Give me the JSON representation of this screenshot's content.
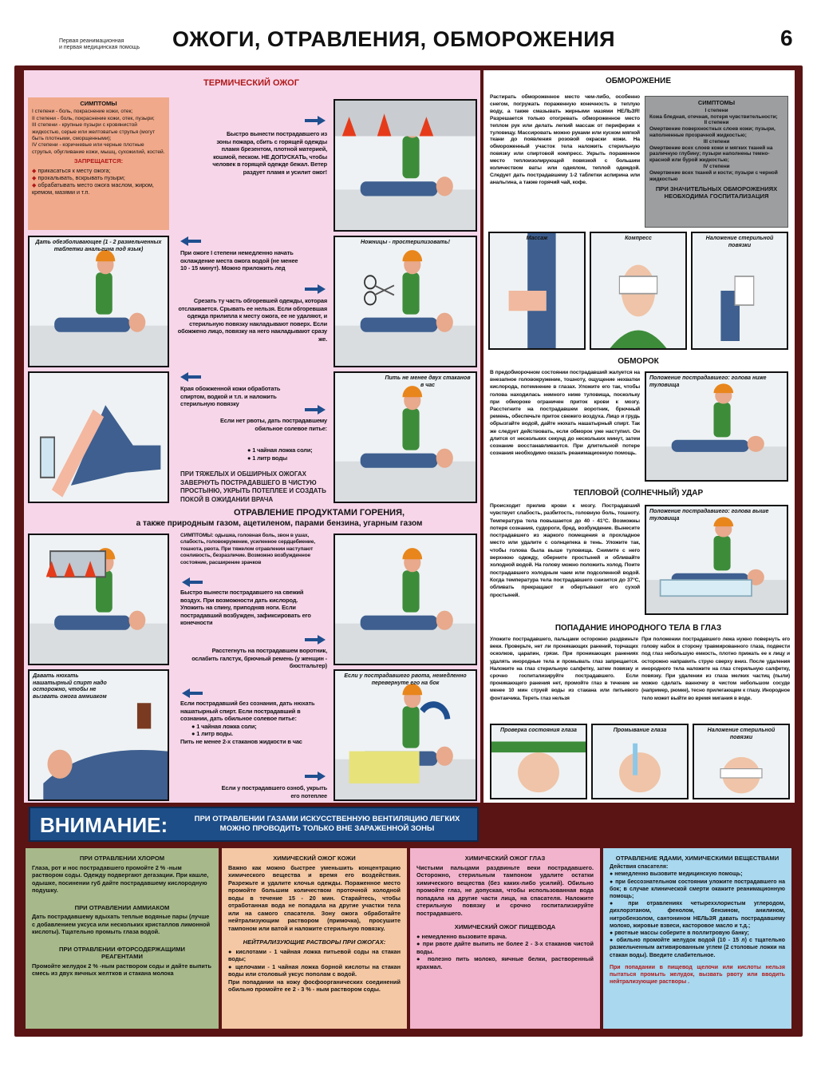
{
  "header": {
    "subtitle_line1": "Первая реанимационная",
    "subtitle_line2": "и первая медицинская помощь",
    "title": "ОЖОГИ, ОТРАВЛЕНИЯ, ОБМОРОЖЕНИЯ",
    "page_number": "6"
  },
  "thermal": {
    "title": "ТЕРМИЧЕСКИЙ ОЖОГ",
    "symptoms_title": "СИМПТОМЫ",
    "symptoms": [
      "I степени - боль, покраснение кожи, отек;",
      "II степени - боль, покраснение кожи, отек, пузыри;",
      "III степени - крупные пузыри с кровянистой жидкостью, серые или желтоватые струпья (могут быть плотными, сморщенными);",
      "IV степени - коричневые или черные плотные струпья, обугливание кожи, мышц, сухожилий, костей."
    ],
    "forbidden_title": "ЗАПРЕЩАЕТСЯ:",
    "forbidden": [
      "прикасаться к месту ожога;",
      "прокалывать, вскрывать пузыри;",
      "обрабатывать место ожога маслом, жиром, кремом, мазями и т.п."
    ],
    "step1": "Быстро вынести пострадавшего из зоны пожара, сбить с горящей одежды пламя брезентом, плотной материей, кошмой, песком. НЕ ДОПУСКАТЬ, чтобы человек в горящей одежде бежал. Ветер раздует пламя и усилит ожог!",
    "img_painkiller": "Дать обезболивающее (1 - 2 размельченных таблетки анальгина под язык)",
    "step2": "При ожоге I степени немедленно начать охлаждение места ожога водой (не менее 10 - 15 минут). Можно приложить лед",
    "img_scissors": "Ножницы - простерилизовать!",
    "step3": "Срезать ту часть обгоревшей одежды, которая отслаивается. Срывать ее нельзя. Если обгоревшая одежда прилипла к месту ожога, ее не удаляют, и стерильную повязку накладывают поверх. Если обожжено лицо, повязку на него накладывают сразу же.",
    "step4": "Края обожженной кожи обработать спиртом, водкой и т.п. и наложить стерильную повязку",
    "img_drink": "Пить не менее двух стаканов в час",
    "step5": "Если нет рвоты, дать пострадавшему обильное солевое питье:",
    "step5_items": [
      "1 чайная ложка соли;",
      "1 литр воды"
    ],
    "severe": "ПРИ ТЯЖЕЛЫХ И ОБШИРНЫХ ОЖОГАХ ЗАВЕРНУТЬ ПОСТРАДАВШЕГО В ЧИСТУЮ ПРОСТЫНЮ, УКРЫТЬ ПОТЕПЛЕЕ И СОЗДАТЬ ПОКОЙ В ОЖИДАНИИ ВРАЧА"
  },
  "combustion": {
    "title": "ОТРАВЛЕНИЕ ПРОДУКТАМИ ГОРЕНИЯ,",
    "subtitle": "а также природным газом, ацетиленом, парами бензина, угарным газом",
    "symptoms_label": "СИМПТОМЫ:",
    "symptoms": "одышка, головная боль, звон в ушах, слабость, головокружение, усиленное сердцебиение, тошнота, рвота. При тяжелом отравлении наступают сонливость, безразличие. Возможно возбужденное состояние, расширение зрачков",
    "step1": "Быстро вынести пострадавшего на свежий воздух. При возможности дать кислород. Уложить на спину, приподняв ноги. Если пострадавший возбужден, зафиксировать его конечности",
    "step2": "Расстегнуть на пострадавшем воротник, ослабить галстук, брючный ремень (у женщин - бюстгальтер)",
    "img_ammonia": "Давать нюхать нашатырный спирт надо осторожно, чтобы не вызвать ожога аммиаком",
    "img_vomit": "Если у пострадавшего рвота, немедленно перевернуте его на бок",
    "step3": "Если пострадавший без сознания, дать нюхать нашатырный спирт. Если пострадавший в сознании, дать обильное солевое питье:",
    "step3_items": [
      "1 чайная ложка соли;",
      "1 литр воды."
    ],
    "step3_tail": "Пить не менее 2-х стаканов жидкости в час",
    "step4": "Если у пострадавшего озноб, укрыть его потеплее"
  },
  "banner": {
    "label": "ВНИМАНИЕ:",
    "text": "ПРИ ОТРАВЛЕНИИ ГАЗАМИ ИСКУССТВЕННУЮ ВЕНТИЛЯЦИЮ ЛЕГКИХ МОЖНО ПРОВОДИТЬ ТОЛЬКО ВНЕ ЗАРАЖЕННОЙ ЗОНЫ"
  },
  "frostbite": {
    "title": "ОБМОРОЖЕНИЕ",
    "text": "Растирать обмороженное место чем-либо, особенно снегом, погружать пораженную конечность в теплую воду, а также смазывать жирными мазями НЕЛЬЗЯ! Разрешается только отогревать обмороженное место теплом рук или делать легкий массаж от периферии к туловищу. Массировать можно руками или куском мягкой ткани до появления розовой окраски кожи. На обмороженный участок тела наложить стерильную повязку или спиртовой компресс. Укрыть пораженное место теплоизолирующей повязкой с большим количеством ваты или одеялом, теплой одеждой. Следует дать пострадавшему 1-2 таблетки аспирина или анальгина, а также горячий чай, кофе.",
    "symptoms_title": "СИМПТОМЫ",
    "degrees": [
      {
        "label": "I степени",
        "text": "Кожа бледная, отечная, потеря чувствительности;"
      },
      {
        "label": "II степени",
        "text": "Омертвение поверхностных слоев кожи; пузыри, наполненные прозрачной жидкостью;"
      },
      {
        "label": "III степени",
        "text": "Омертвение всех слоев кожи и мягких тканей на различную глубину; пузыри наполнены темно-красной или бурой жидкостью;"
      },
      {
        "label": "IV степени",
        "text": "Омертвение всех тканей и кости; пузыри с черной жидкостью"
      }
    ],
    "hospital": "ПРИ ЗНАЧИТЕЛЬНЫХ ОБМОРОЖЕНИЯХ НЕОБХОДИМА ГОСПИТАЛИЗАЦИЯ",
    "images": [
      "Массаж",
      "Компресс",
      "Наложение стерильной повязки"
    ]
  },
  "faint": {
    "title": "ОБМОРОК",
    "text": "В предобморочном состоянии пострадавший жалуется на внезапное головокружение, тошноту, ощущение нехватки кислорода, потемнение в глазах. Уложите его так, чтобы голова находилась немного ниже туловища, поскольку при обмороке ограничен приток крови к мозгу. Расстегните на пострадавшем воротник, брючный ремень, обеспечьте приток свежего воздуха. Лицо и грудь обрызгайте водой, дайте нюхать нашатырный спирт. Так же следует действовать, если обморок уже наступил. Он длится от нескольких секунд до нескольких минут, затем сознание восстанавливается. При длительной потере сознания необходимо оказать реанимационную помощь.",
    "img": "Положение пострадавшего: голова ниже туловища"
  },
  "heatstroke": {
    "title": "ТЕПЛОВОЙ (СОЛНЕЧНЫЙ) УДАР",
    "text": "Происходит прилив крови к мозгу. Пострадавший чувствует слабость, разбитость, головную боль, тошноту. Температура тела повышается до 40 - 41°С. Возможны потеря сознания, судороги, бред, возбуждение. Вынесите пострадавшего из жаркого помещения в прохладное место или удалите с солнцепека в тень. Уложите так, чтобы голова была выше туловища. Снимите с него верхнюю одежду, оберните простыней и обливайте холодной водой. На голову можно положить холод. Поите пострадавшего холодным чаем или подсоленной водой. Когда температура тела пострадавшего снизится до 37°С, обливать прекращают и обертывают его сухой простыней.",
    "img": "Положение пострадавшего: голова выше туловища"
  },
  "eye": {
    "title": "ПОПАДАНИЕ ИНОРОДНОГО ТЕЛА В ГЛАЗ",
    "col1": "Уложите пострадавшего, пальцами осторожно раздвиньте веки. Проверьте, нет ли проникающих ранений, торчащих осколков, царапин, грязи. При проникающих ранениях удалять инородные тела и промывать глаз запрещается. Наложите на глаз стерильную салфетку, затем повязку и срочно госпитализируйте пострадавшего. Если проникающего ранения нет, промойте глаз в течение не менее 10 мин струей воды из стакана или питьевого фонтанчика. Тереть глаз нельзя",
    "col2": "При положении пострадавшего лежа нужно повернуть его голову набок в сторону травмированного глаза, подвести под глаз небольшую емкость, плотно прижать ее к лицу и осторожно направить струю сверху вниз. После удаления инородного тела наложите на глаз стерильную салфетку, повязку. При удалении из глаза мелких частиц (пыли) можно сделать ванночку в чистом небольшом сосуде (например, рюмке), тесно прилегающем к глазу. Инородное тело может выйти во время мигания в воде.",
    "images": [
      "Проверка состояния глаза",
      "Промывание глаза",
      "Наложение стерильной повязки"
    ]
  },
  "bottom": {
    "chlorine_title": "ПРИ ОТРАВЛЕНИИ ХЛОРОМ",
    "chlorine": "Глаза, рот и нос пострадавшего промойте 2 % -ным раствором соды. Одежду подвергают дегазации. При кашле, одышке, посинении губ дайте пострадавшему кислородную подушку.",
    "ammonia_title": "ПРИ ОТРАВЛЕНИИ АММИАКОМ",
    "ammonia": "Дать пострадавшему вдыхать теплые водяные пары (лучше с добавлением уксуса или нескольких кристаллов лимонной кислоты). Тщательно промыть глаза водой.",
    "fluor_title": "ПРИ ОТРАВЛЕНИИ ФТОРСОДЕРЖАЩИМИ РЕАГЕНТАМИ",
    "fluor": "Промойте желудок 2 % -ным раствором соды и дайте выпить смесь из двух яичных желтков и стакана молока",
    "skin_title": "ХИМИЧЕСКИЙ ОЖОГ КОЖИ",
    "skin": "Важно как можно быстрее уменьшить концентрацию химического вещества и время его воздействия. Разрежьте и удалите клочья одежды. Пораженное место промойте большим количеством проточной холодной воды в течение 15 - 20 мин. Старайтесь, чтобы отработанная вода не попадала на другие участки тела или на самого спасателя. Зону ожога обработайте нейтрализующим раствором (примочка), просушите тампоном или ватой и наложите стерильную повязку.",
    "neutral_title": "НЕЙТРАЛИЗУЮЩИЕ РАСТВОРЫ ПРИ ОЖОГАХ:",
    "neutral": [
      "кислотами - 1 чайная ложка питьевой соды на стакан воды;",
      "щелочами - 1 чайная ложка борной кислоты на стакан воды или столовый уксус пополам с водой."
    ],
    "neutral_tail": "При попадании на кожу фосфоорганических соединений обильно промойте ее 2 - 3 % - ным раствором соды.",
    "eye_title": "ХИМИЧЕСКИЙ ОЖОГ ГЛАЗ",
    "eye": "Чистыми пальцами раздвиньте веки пострадавшего. Осторожно, стерильным тампоном удалите остатки химического вещества (без каких-либо усилий). Обильно промойте глаз, не допуская, чтобы использованная вода попадала на другие части лица, на спасателя. Наложите стерильную повязку и срочно госпитализируйте пострадавшего.",
    "esoph_title": "ХИМИЧЕСКИЙ ОЖОГ ПИЩЕВОДА",
    "esoph": [
      "немедленно вызовите врача.",
      "при рвоте дайте выпить не более 2 - 3-х стаканов чистой воды.",
      "полезно пить молоко, яичные белки, растворенный крахмал."
    ],
    "poison_title": "ОТРАВЛЕНИЕ ЯДАМИ, ХИМИЧЕСКИМИ ВЕЩЕСТВАМИ",
    "poison_sub": "Действия спасателя:",
    "poison": [
      "немедленно вызовите медицинскую помощь;",
      "при бессознательном состоянии уложите пострадавшего на бок; в случае клинической смерти окажите реанимационную помощь;",
      "при отравлениях четыреххлористым углеродом, дихлорэтаном, фенолом, бензином, анилином, нитробензолом, сантонином НЕЛЬЗЯ давать пострадавшему молоко, жировые взвеси, касторовое масло и т.д.;",
      "рвотные массы соберите в поллитровую банку;",
      "обильно промойте желудок водой (10 - 15 л) с тщательно размельченным активированным углем (2 столовые ложки на стакан воды). Введите слабительное."
    ],
    "poison_warn": "При попадании в пищевод щелочи или кислоты нельзя пытаться промыть желудок, вызвать рвоту или вводить нейтрализующие растворы ."
  },
  "colors": {
    "frame": "#5a1414",
    "pink_panel": "#f7d6ea",
    "symptoms_box": "#f0a98a",
    "banner": "#1d4e88",
    "green_box": "#a7b98a",
    "peach_box": "#f4c8a4",
    "pink_box": "#f2b4cc",
    "blue_box": "#a9d8ef",
    "arrow": "#1f4f8f"
  }
}
